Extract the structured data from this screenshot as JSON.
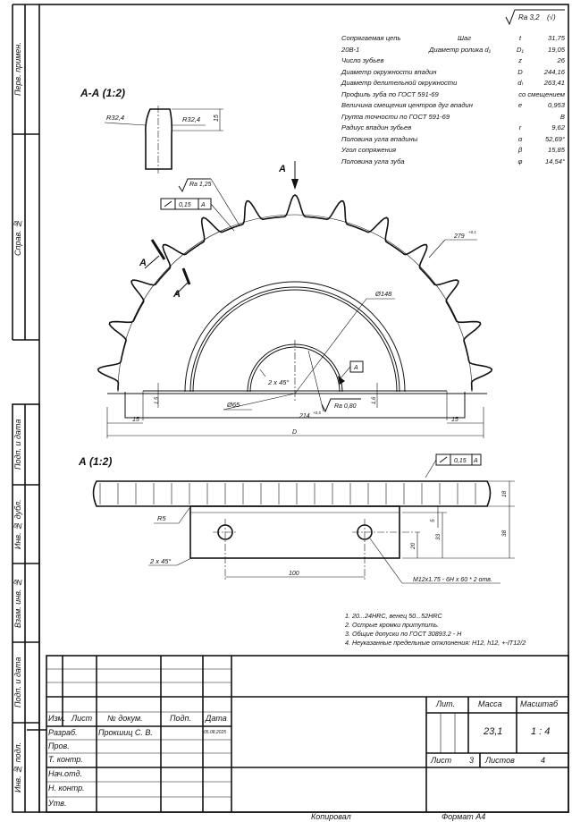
{
  "roughness_general": "Ra 3,2",
  "parameters": {
    "chain_label": "Сопрягаемая цепь",
    "chain_value": "20В-1",
    "rows": [
      {
        "label": "Шаг",
        "symbol": "t",
        "value": "31,75"
      },
      {
        "label": "Диаметр ролика d₁",
        "symbol": "D₁",
        "value": "19,05"
      },
      {
        "label": "Число зубьев",
        "symbol": "z",
        "value": "26"
      },
      {
        "label": "Диаметр окружности впадин",
        "symbol": "D",
        "value": "244,16"
      },
      {
        "label": "Диаметр делительной окружности",
        "symbol": "dₗ",
        "value": "263,41"
      },
      {
        "label": "Профиль зуба по ГОСТ 591-69",
        "symbol": "",
        "value": "со смещением"
      },
      {
        "label": "Величина смещения центров дуг впадин",
        "symbol": "e",
        "value": "0,953"
      },
      {
        "label": "Группа точности по ГОСТ 591-69",
        "symbol": "",
        "value": "В"
      },
      {
        "label": "Радиус впадин зубьев",
        "symbol": "r",
        "value": "9,62"
      },
      {
        "label": "Половина угла впадины",
        "symbol": "α",
        "value": "52,69°"
      },
      {
        "label": "Угол сопряжения",
        "symbol": "β",
        "value": "15,85"
      },
      {
        "label": "Половина угла зуба",
        "symbol": "φ",
        "value": "14,54°"
      }
    ]
  },
  "views": {
    "section_title": "А-А (1:2)",
    "section_r_left": "R32,4",
    "section_r_right": "R32,4",
    "section_dim": "15",
    "main_arrow": "А",
    "cut_label_1": "А",
    "cut_label_2": "А",
    "ra_teeth": "Ra 1,25",
    "runout_value": "0,15",
    "runout_datum": "А",
    "dim_279": "279",
    "dim_279_tol": "+0,1",
    "dia_148": "Ø148",
    "datum_a": "А",
    "chamfer": "2 x 45°",
    "dia_65": "Ø65",
    "ra_bore": "Ra 0,80",
    "dim_214": "214",
    "dim_214_tol": "+0,5",
    "dim_15a": "1,5",
    "dim_16": "1,6",
    "dim_15_left": "15",
    "dim_15_right": "15",
    "dim_D": "D",
    "view_a_title": "А (1:2)",
    "runout2_value": "0,15",
    "runout2_datum": "А",
    "r5": "R5",
    "chamfer2": "2 x 45°",
    "dim_100": "100",
    "thread": "M12x1.75 - 6H x 60 * 2 отв.",
    "dim_18": "18",
    "dim_5": "5",
    "dim_33": "33",
    "dim_20": "20",
    "dim_38": "38"
  },
  "notes": [
    "1. 20...24HRC, венец 50...52HRC",
    "2. Острые кромки притупить.",
    "3. Общие допуски по ГОСТ 30893.2 - Н",
    "4. Неуказанные предельные отклонения:  Н12, h12, +-IT12/2"
  ],
  "side_strip": [
    "Перв. примен.",
    "Справ. №",
    "Подп. и дата",
    "Инв. № дубл.",
    "Взам. инв. №",
    "Подп. и дата",
    "Инв. № подл."
  ],
  "title_block": {
    "headers": [
      "Изм.",
      "Лист",
      "№ докум.",
      "Подп.",
      "Дата"
    ],
    "roles": [
      "Разраб.",
      "Пров.",
      "Т. контр.",
      "Нач.отд.",
      "Н. контр.",
      "Утв."
    ],
    "developer": "Прокшиц С. В.",
    "date": "05.08.2025",
    "lit_label": "Лит.",
    "mass_label": "Масса",
    "scale_label": "Масштаб",
    "mass": "23,1",
    "scale": "1 : 4",
    "sheet_label": "Лист",
    "sheet": "3",
    "sheets_label": "Листов",
    "sheets": "4",
    "copied": "Копировал",
    "format": "Формат А4"
  }
}
